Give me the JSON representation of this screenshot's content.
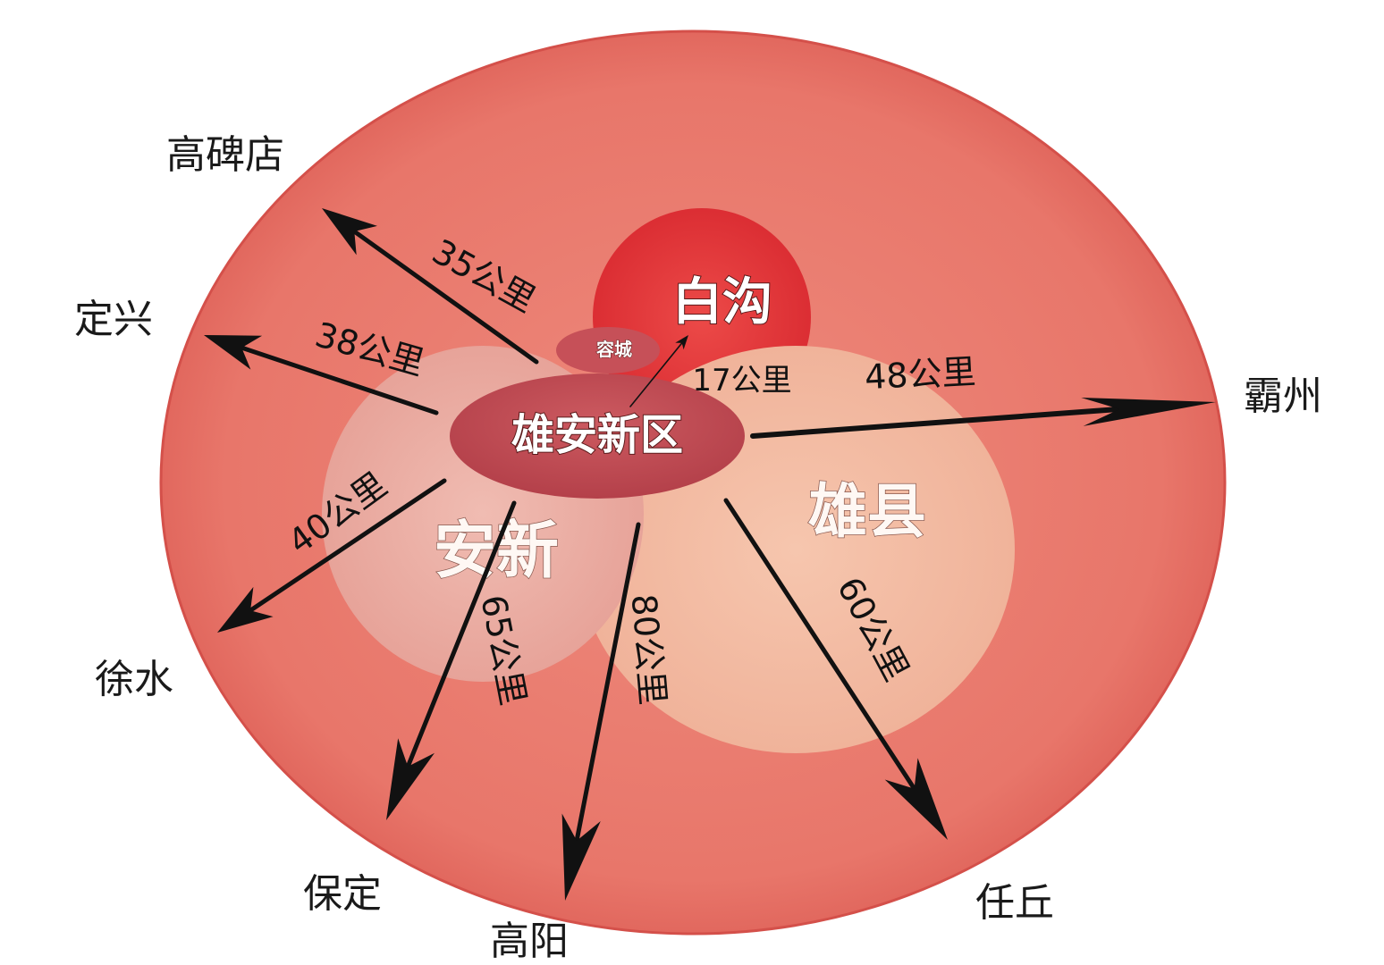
{
  "regions": {
    "baigou": "白沟",
    "rongcheng": "容城",
    "xiongan": "雄安新区",
    "anxin": "安新",
    "xiongxian": "雄县"
  },
  "destinations": [
    {
      "city": "高碑店",
      "distance": "35公里"
    },
    {
      "city": "定兴",
      "distance": "38公里"
    },
    {
      "city": "霸州",
      "distance": "48公里"
    },
    {
      "city": "徐水",
      "distance": "40公里"
    },
    {
      "city": "保定",
      "distance": "65公里"
    },
    {
      "city": "高阳",
      "distance": "80公里"
    },
    {
      "city": "任丘",
      "distance": "60公里"
    },
    {
      "city": "白沟",
      "distance": "17公里"
    }
  ],
  "colors": {
    "outer_ring": "#e8766a",
    "outer_ring_edge": "#d8534c",
    "baigou": "#e2363a",
    "rongcheng": "#c8555a",
    "xiongan": "#bf4a52",
    "anxin": "#e9aaa0",
    "xiongxian": "#f1b79e",
    "arrow": "#111111"
  }
}
